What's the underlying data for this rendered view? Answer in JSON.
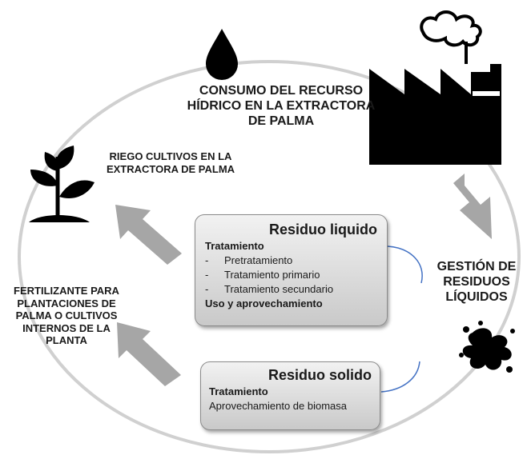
{
  "water_consumption": {
    "text": "CONSUMO DEL RECURSO HÍDRICO EN LA EXTRACTORA DE PALMA"
  },
  "liquid_waste_management": {
    "text": "GESTIÓN DE RESIDUOS LÍQUIDOS"
  },
  "irrigation": {
    "text": "RIEGO CULTIVOS EN LA EXTRACTORA DE PALMA"
  },
  "fertilizer": {
    "text": "FERTILIZANTE PARA PLANTACIONES DE PALMA O CULTIVOS INTERNOS DE LA PLANTA"
  },
  "liquid_residue": {
    "title": "Residuo liquido",
    "treatment_heading": "Tratamiento",
    "bullet": "-",
    "items": [
      "Pretratamiento",
      "Tratamiento primario",
      "Tratamiento secundario"
    ],
    "use_heading": "Uso y aprovechamiento"
  },
  "solid_residue": {
    "title": "Residuo solido",
    "treatment_heading": "Tratamiento",
    "item": "Aprovechamiento de biomasa"
  },
  "icons": [
    "water-drop-icon",
    "factory-icon",
    "plant-icon",
    "splash-icon"
  ],
  "colors": {
    "cycle": "#d0d0d0",
    "arrow": "#a6a6a6",
    "connector": "#4472c4",
    "box_top": "#f2f2f2",
    "box_bottom": "#c9c9c9"
  }
}
